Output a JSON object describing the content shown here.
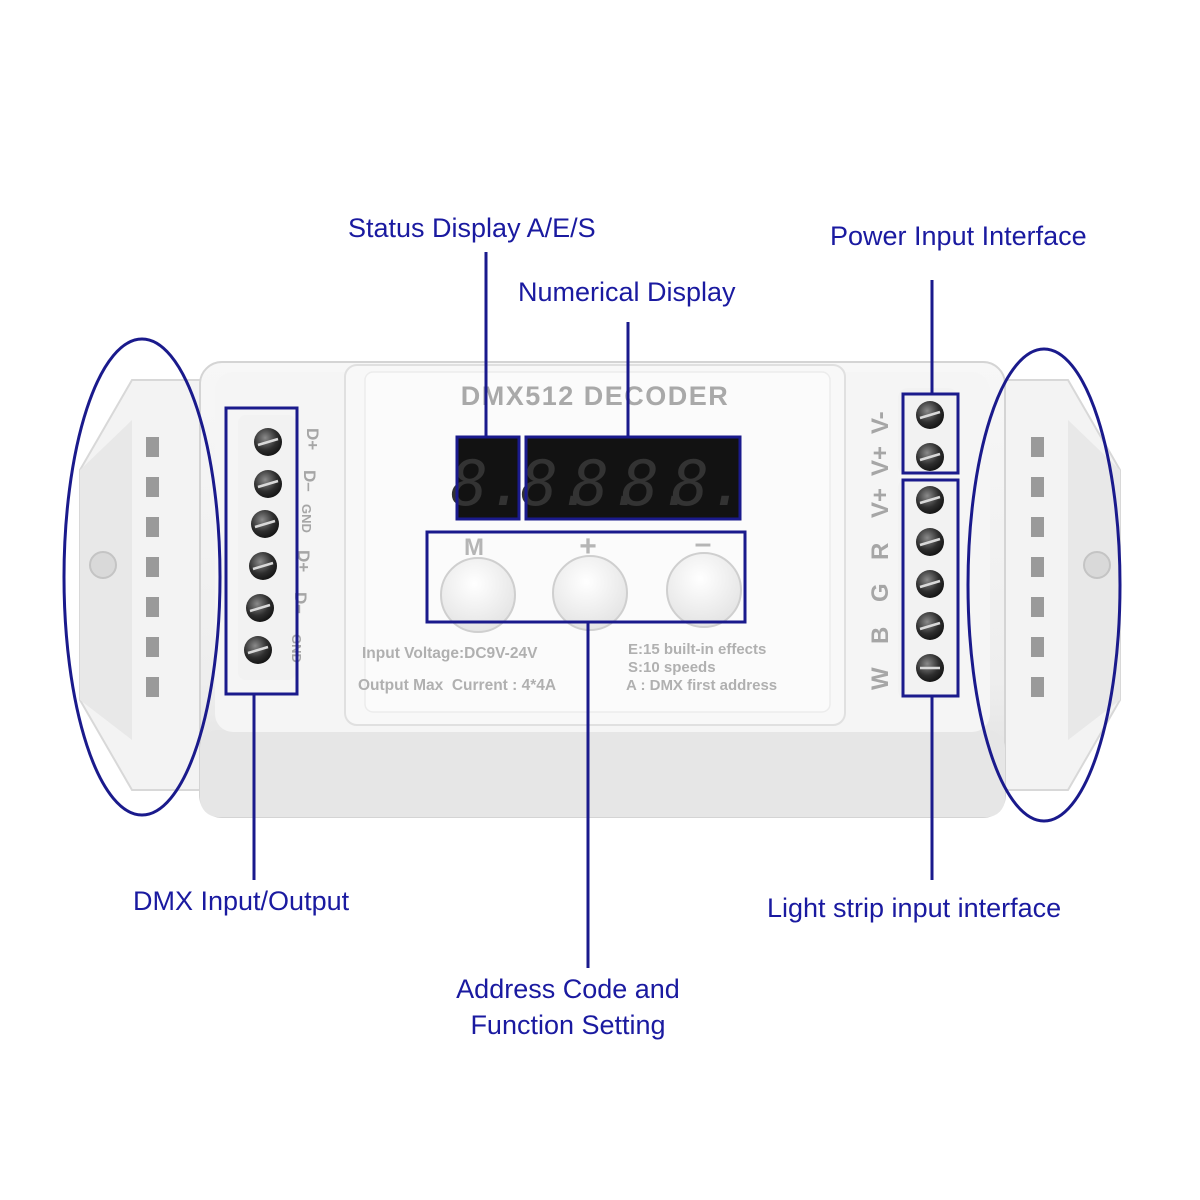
{
  "device": {
    "brand_label": "DMX512 DECODER",
    "display_status_char": "8.",
    "display_digits": [
      "8.",
      "8.",
      "8.",
      "8."
    ],
    "buttons": [
      {
        "key": "mode",
        "label": "M"
      },
      {
        "key": "plus",
        "label": "+"
      },
      {
        "key": "minus",
        "label": "–"
      }
    ],
    "spec_left": [
      "Input Voltage:DC9V-24V",
      "Output Max  Current : 4*4A"
    ],
    "spec_right": [
      "E:15 built-in effects",
      "S:10 speeds",
      "A : DMX first address"
    ],
    "dmx_terminal_labels": [
      "D+",
      "D–",
      "GND",
      "D+",
      "D–",
      "GND"
    ],
    "power_terminal_labels": [
      "V-",
      "V+",
      "V+"
    ],
    "strip_terminal_labels": [
      "R",
      "G",
      "B",
      "W"
    ]
  },
  "callouts": {
    "status_display": "Status Display A/E/S",
    "numerical_display": "Numerical Display",
    "power_input": "Power Input Interface",
    "dmx_io": "DMX Input/Output",
    "light_strip": "Light strip input interface",
    "address_line1": "Address Code and",
    "address_line2": "Function Setting"
  },
  "colors": {
    "annotation": "#1a1a8c",
    "callout_text": "#1a1aa0",
    "housing": "#f1f1f1",
    "display_bg": "#121212",
    "display_digit": "#333333"
  }
}
